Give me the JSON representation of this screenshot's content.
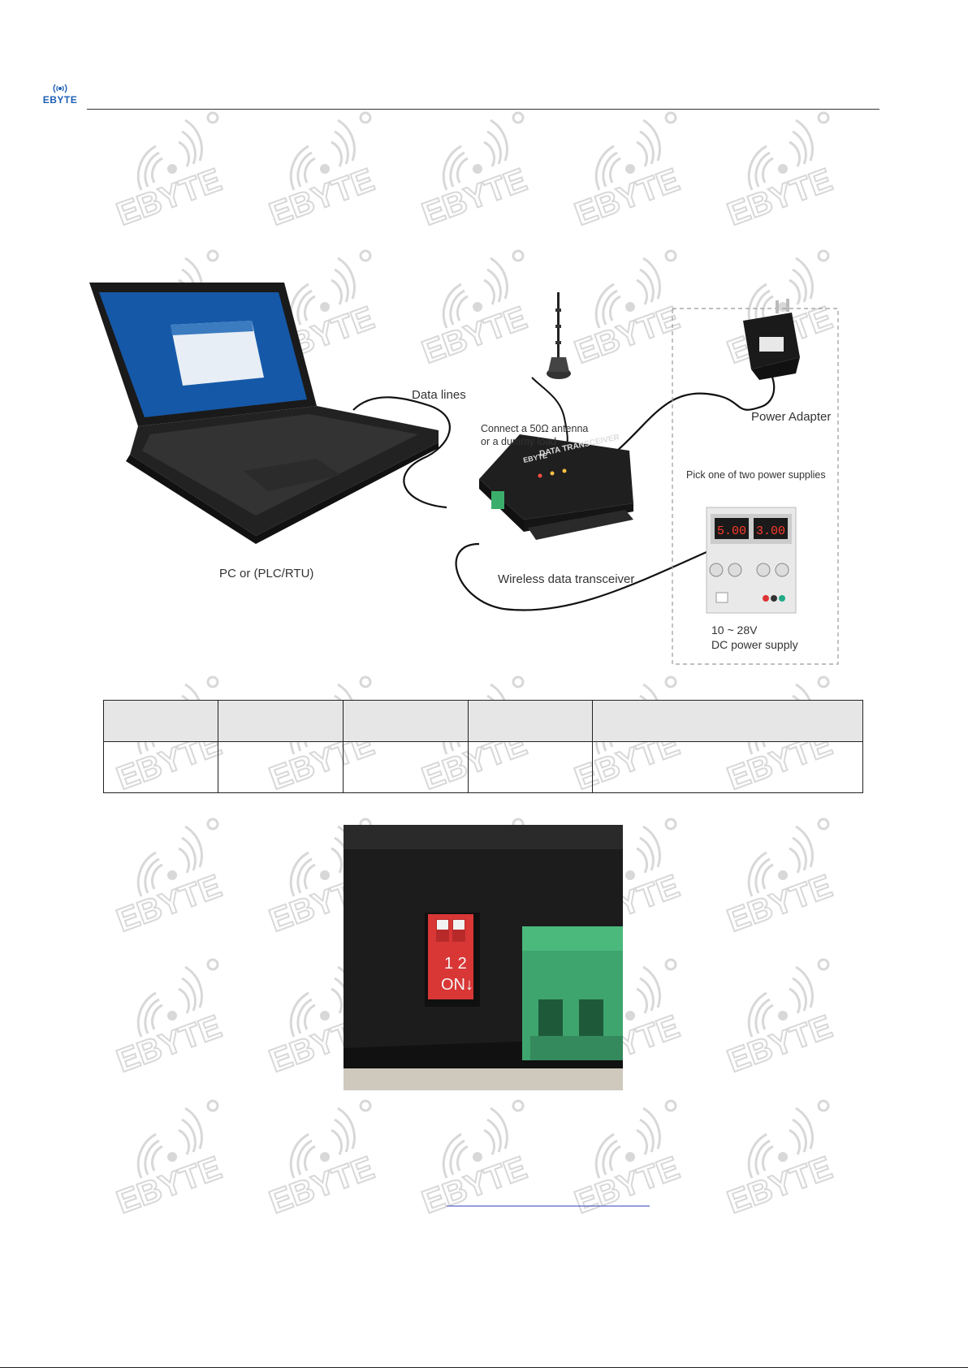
{
  "header": {
    "logo_text": "EBYTE",
    "accent_color": "#1d5fb5"
  },
  "watermark": {
    "text": "EBYTE",
    "color": "#d8d8d8"
  },
  "diagram": {
    "data_lines_label": "Data lines",
    "antenna_label_line1": "Connect a 50Ω  antenna",
    "antenna_label_line2": "or a dummy load",
    "power_adapter_label": "Power Adapter",
    "pick_supply_label": "Pick one of two power supplies",
    "pc_label": "PC or (PLC/RTU)",
    "transceiver_label": "Wireless data transceiver",
    "dc_supply_line1": "10 ~ 28V",
    "dc_supply_line2": "DC power supply",
    "device_text": "DATA TRANSCEIVER",
    "device_brand": "EBYTE",
    "psu_display_left": "5.00",
    "psu_display_right": "3.00"
  },
  "photo": {
    "dip_label_numbers": "1 2",
    "dip_label_on": "ON↓"
  }
}
